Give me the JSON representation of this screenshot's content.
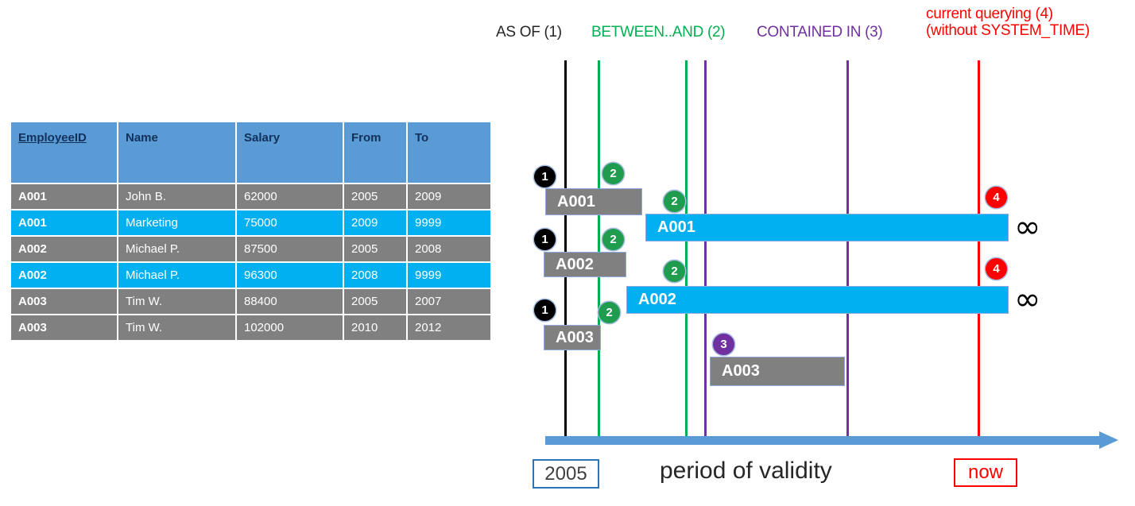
{
  "table": {
    "columns": [
      {
        "label": "EmployeeID",
        "underline": true
      },
      {
        "label": "Name",
        "underline": false
      },
      {
        "label": "Salary",
        "underline": false
      },
      {
        "label": "From",
        "underline": false
      },
      {
        "label": "To",
        "underline": false
      }
    ],
    "rows": [
      {
        "style": "gray",
        "EmployeeID": "A001",
        "Name": "John  B.",
        "Salary": "62000",
        "From": "2005",
        "To": "2009"
      },
      {
        "style": "cyan",
        "EmployeeID": "A001",
        "Name": "Marketing",
        "Salary": "75000",
        "From": "2009",
        "To": "9999"
      },
      {
        "style": "gray",
        "EmployeeID": "A002",
        "Name": "Michael P.",
        "Salary": "87500",
        "From": "2005",
        "To": "2008"
      },
      {
        "style": "cyan",
        "EmployeeID": "A002",
        "Name": "Michael P.",
        "Salary": "96300",
        "From": "2008",
        "To": "9999"
      },
      {
        "style": "gray",
        "EmployeeID": "A003",
        "Name": "Tim W.",
        "Salary": "88400",
        "From": "2005",
        "To": "2007"
      },
      {
        "style": "gray",
        "EmployeeID": "A003",
        "Name": "Tim W.",
        "Salary": "102000",
        "From": "2010",
        "To": "2012"
      }
    ]
  },
  "diagram": {
    "query_labels": {
      "as_of": "AS OF (1)",
      "between_and": "BETWEEN..AND (2)",
      "contained_in": "CONTAINED IN (3)",
      "current_line1": "current querying (4)",
      "current_line2": "(without SYSTEM_TIME)"
    },
    "bars": {
      "a001_hist": "A001",
      "a001_curr": "A001",
      "a002_hist": "A002",
      "a002_curr": "A002",
      "a003_hist": "A003",
      "a003_hist2": "A003"
    },
    "badges": {
      "one": "1",
      "two": "2",
      "three": "3",
      "four": "4"
    },
    "infinity_symbol": "∞",
    "axis": {
      "start_label": "2005",
      "end_label": "now",
      "caption": "period of validity"
    },
    "colors": {
      "as_of_line": "#000000",
      "between_line": "#00b050",
      "contained_line": "#7030a0",
      "now_line": "#ff0000",
      "history_bar": "#808080",
      "current_bar": "#00b0f0",
      "axis": "#5b9bd5",
      "table_header": "#5b9bd5"
    }
  }
}
